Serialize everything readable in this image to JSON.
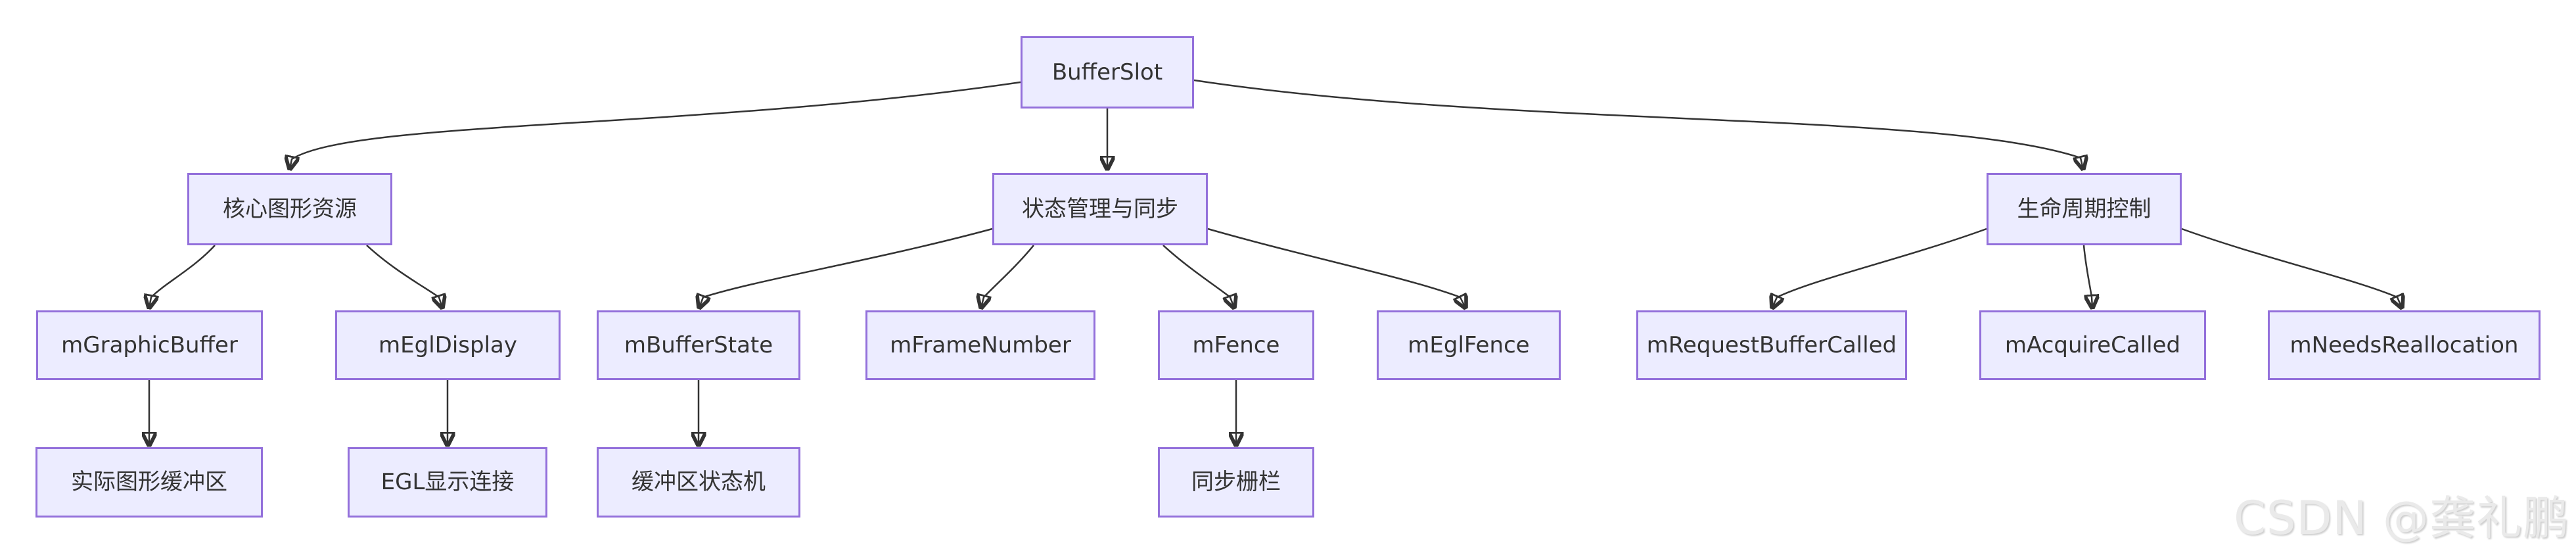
{
  "diagram": {
    "type": "flowchart-top-down",
    "root": {
      "label": "BufferSlot"
    },
    "groups": [
      {
        "label": "核心图形资源",
        "children": [
          {
            "label": "mGraphicBuffer",
            "detail": {
              "label": "实际图形缓冲区"
            }
          },
          {
            "label": "mEglDisplay",
            "detail": {
              "label": "EGL显示连接"
            }
          }
        ]
      },
      {
        "label": "状态管理与同步",
        "children": [
          {
            "label": "mBufferState",
            "detail": {
              "label": "缓冲区状态机"
            }
          },
          {
            "label": "mFrameNumber"
          },
          {
            "label": "mFence",
            "detail": {
              "label": "同步栅栏"
            }
          },
          {
            "label": "mEglFence"
          }
        ]
      },
      {
        "label": "生命周期控制",
        "children": [
          {
            "label": "mRequestBufferCalled"
          },
          {
            "label": "mAcquireCalled"
          },
          {
            "label": "mNeedsReallocation"
          }
        ]
      }
    ],
    "edges": [
      {
        "from": "BufferSlot",
        "to": "核心图形资源"
      },
      {
        "from": "BufferSlot",
        "to": "状态管理与同步"
      },
      {
        "from": "BufferSlot",
        "to": "生命周期控制"
      },
      {
        "from": "核心图形资源",
        "to": "mGraphicBuffer"
      },
      {
        "from": "核心图形资源",
        "to": "mEglDisplay"
      },
      {
        "from": "状态管理与同步",
        "to": "mBufferState"
      },
      {
        "from": "状态管理与同步",
        "to": "mFrameNumber"
      },
      {
        "from": "状态管理与同步",
        "to": "mFence"
      },
      {
        "from": "状态管理与同步",
        "to": "mEglFence"
      },
      {
        "from": "生命周期控制",
        "to": "mRequestBufferCalled"
      },
      {
        "from": "生命周期控制",
        "to": "mAcquireCalled"
      },
      {
        "from": "生命周期控制",
        "to": "mNeedsReallocation"
      },
      {
        "from": "mGraphicBuffer",
        "to": "实际图形缓冲区"
      },
      {
        "from": "mEglDisplay",
        "to": "EGL显示连接"
      },
      {
        "from": "mBufferState",
        "to": "缓冲区状态机"
      },
      {
        "from": "mFence",
        "to": "同步栅栏"
      }
    ],
    "colors": {
      "node_fill": "#ECECFF",
      "node_border": "#9370DB",
      "edge": "#333333",
      "text": "#333333"
    }
  },
  "watermark": {
    "text": "CSDN @龚礼鹏"
  }
}
